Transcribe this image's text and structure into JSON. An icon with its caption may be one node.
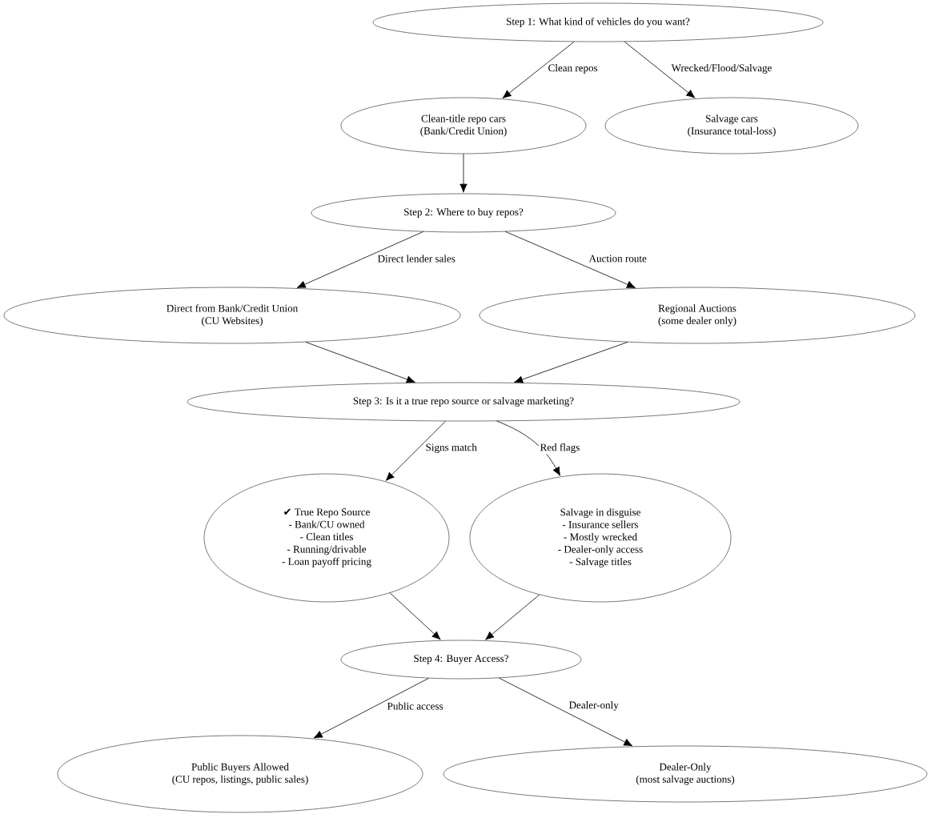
{
  "diagram": {
    "nodes": [
      {
        "text": [
          "Step 1: What kind of vehicles do you want?"
        ]
      },
      {
        "text": [
          "Clean-title repo cars",
          "(Bank/Credit Union)"
        ]
      },
      {
        "text": [
          "Salvage cars",
          "(Insurance total-loss)"
        ]
      },
      {
        "text": [
          "Step 2: Where to buy repos?"
        ]
      },
      {
        "text": [
          "Direct from Bank/Credit Union",
          "(CU Websites)"
        ]
      },
      {
        "text": [
          "Regional Auctions",
          "(some dealer only)"
        ]
      },
      {
        "text": [
          "Step 3: Is it a true repo source or salvage marketing?"
        ]
      },
      {
        "text": [
          "✔ True Repo Source",
          "- Bank/CU owned",
          "- Clean titles",
          "- Running/drivable",
          "- Loan payoff pricing"
        ]
      },
      {
        "text": [
          "Salvage in disguise",
          "- Insurance sellers",
          "- Mostly wrecked",
          "- Dealer-only access",
          "- Salvage titles"
        ]
      },
      {
        "text": [
          "Step 4: Buyer Access?"
        ]
      },
      {
        "text": [
          "Public Buyers Allowed",
          "(CU repos, listings, public sales)"
        ]
      },
      {
        "text": [
          "Dealer-Only",
          "(most salvage auctions)"
        ]
      }
    ],
    "edges": [
      {
        "from": 0,
        "to": 1,
        "arrow": "to",
        "label": "Clean repos"
      },
      {
        "from": 0,
        "to": 2,
        "arrow": "to",
        "label": "Wrecked/Flood/Salvage"
      },
      {
        "from": 1,
        "to": 3,
        "arrow": "to"
      },
      {
        "from": 3,
        "to": 4,
        "arrow": "to",
        "label": "Direct lender sales"
      },
      {
        "from": 3,
        "to": 5,
        "arrow": "to",
        "label": "Auction route"
      },
      {
        "from": 4,
        "to": 6,
        "arrow": "to"
      },
      {
        "from": 5,
        "to": 6,
        "arrow": "to"
      },
      {
        "from": 6,
        "to": 7,
        "arrow": "to",
        "label": "Signs match"
      },
      {
        "from": 6,
        "to": 8,
        "arrow": "to",
        "label": "Red flags"
      },
      {
        "from": 7,
        "to": 9,
        "arrow": "to"
      },
      {
        "from": 8,
        "to": 9,
        "arrow": "to"
      },
      {
        "from": 9,
        "to": 10,
        "arrow": "to",
        "label": "Public access"
      },
      {
        "from": 9,
        "to": 11,
        "arrow": "to",
        "label": "Dealer-only"
      }
    ]
  }
}
